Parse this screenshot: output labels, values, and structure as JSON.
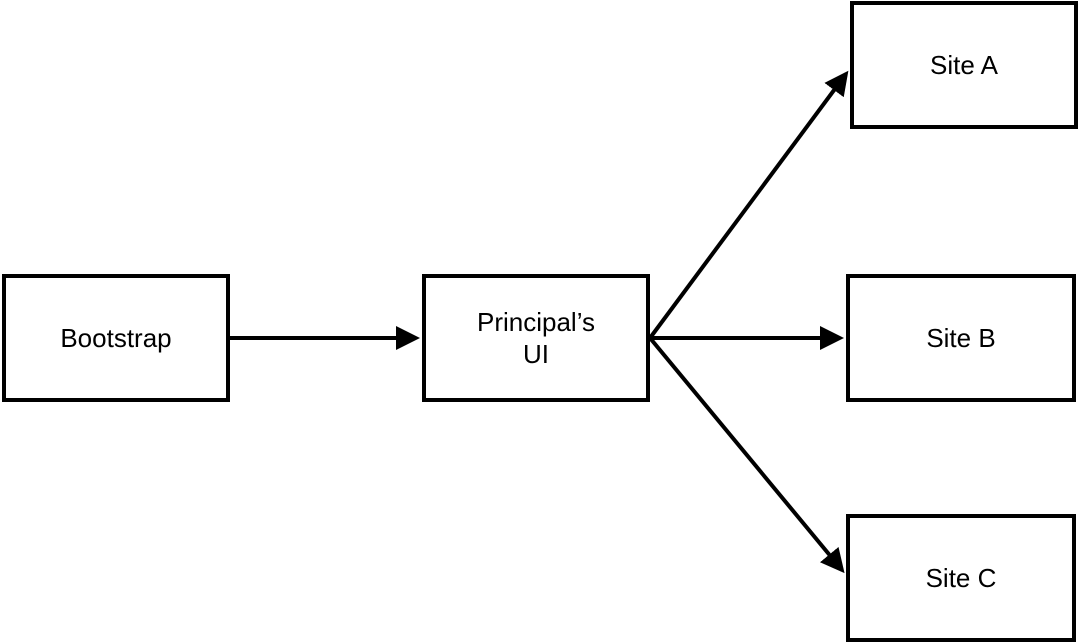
{
  "nodes": {
    "bootstrap": {
      "label": "Bootstrap"
    },
    "principal": {
      "label_line1": "Principal’s",
      "label_line2": "UI"
    },
    "site_a": {
      "label": "Site A"
    },
    "site_b": {
      "label": "Site B"
    },
    "site_c": {
      "label": "Site C"
    }
  },
  "edges": [
    {
      "from": "bootstrap",
      "to": "principal"
    },
    {
      "from": "principal",
      "to": "site_a"
    },
    {
      "from": "principal",
      "to": "site_b"
    },
    {
      "from": "principal",
      "to": "site_c"
    }
  ],
  "colors": {
    "stroke": "#000000",
    "background": "#ffffff"
  }
}
